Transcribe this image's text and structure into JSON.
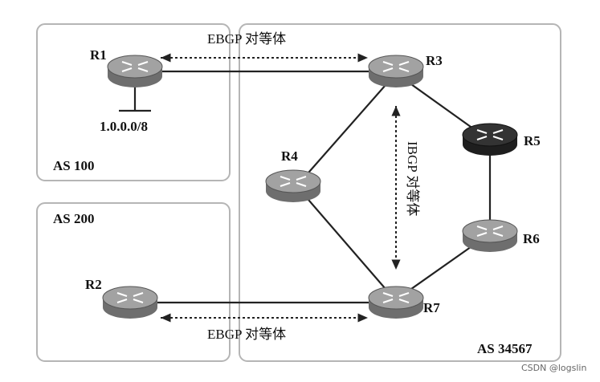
{
  "colors": {
    "box_border": "#b5b5b5",
    "router_fill": "#8f8f8f",
    "router_dark_fill": "#2e2e2e",
    "line": "#222222",
    "text": "#111111"
  },
  "areas": {
    "as100": "AS 100",
    "as200": "AS 200",
    "as34567": "AS 34567"
  },
  "routers": {
    "r1": "R1",
    "r2": "R2",
    "r3": "R3",
    "r4": "R4",
    "r5": "R5",
    "r6": "R6",
    "r7": "R7"
  },
  "network": "1.0.0.0/8",
  "peerings": {
    "ebgp_top": "EBGP 对等体",
    "ebgp_bottom": "EBGP 对等体",
    "ibgp": "IBGP 对等体"
  },
  "icons": {
    "router": "router-icon"
  },
  "watermark": "CSDN @logslin"
}
